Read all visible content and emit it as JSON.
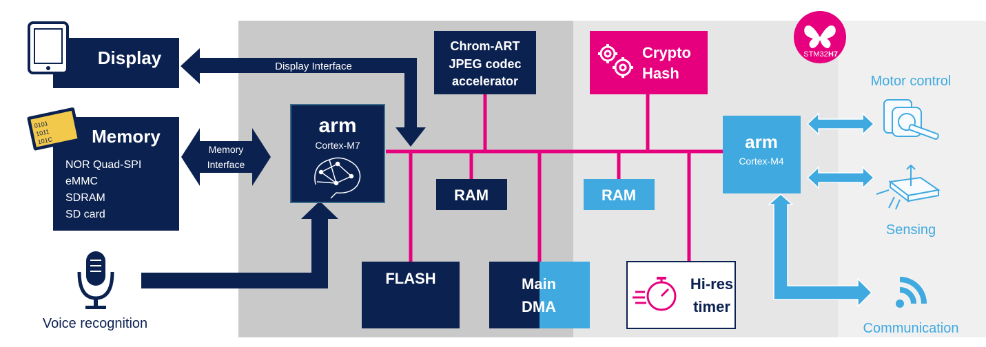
{
  "colors": {
    "navy": "#0b2150",
    "magenta": "#e6007e",
    "light_blue": "#3fa9e0",
    "dark_gray_bg": "#c9c9c9",
    "light_gray_bg": "#e6e6e6",
    "lighter_gray_bg": "#f0f0f0",
    "white": "#ffffff"
  },
  "logo": {
    "brand": "STM32",
    "series": "H7"
  },
  "display": {
    "title": "Display",
    "interface_label": "Display Interface"
  },
  "memory": {
    "title": "Memory",
    "items": [
      "NOR Quad-SPI",
      "eMMC",
      "SDRAM",
      "SD card"
    ],
    "interface_line1": "Memory",
    "interface_line2": "Interface"
  },
  "voice": {
    "label": "Voice recognition"
  },
  "cortex_m7": {
    "brand": "arm",
    "core": "Cortex-M7"
  },
  "cortex_m4": {
    "brand": "arm",
    "core": "Cortex-M4"
  },
  "chrom_art": {
    "line1": "Chrom-ART",
    "line2": "JPEG codec",
    "line3": "accelerator"
  },
  "crypto": {
    "line1": "Crypto",
    "line2": "Hash"
  },
  "ram_m7": {
    "label": "RAM"
  },
  "ram_m4": {
    "label": "RAM"
  },
  "flash": {
    "label": "FLASH"
  },
  "main_dma": {
    "line1": "Main",
    "line2": "DMA"
  },
  "hires_timer": {
    "line1": "Hi-res",
    "line2": "timer"
  },
  "peripherals": {
    "motor": "Motor control",
    "sensing": "Sensing",
    "communication": "Communication"
  },
  "icons": {
    "display": "tablet-icon",
    "memory": "memory-chip-icon",
    "voice": "microphone-icon",
    "brain": "brain-network-icon",
    "gears": "gears-icon",
    "timer": "stopwatch-icon",
    "motor": "stepper-motor-icon",
    "sensing": "sensor-chip-icon",
    "communication": "wifi-signal-icon",
    "logo": "butterfly-logo-icon"
  }
}
